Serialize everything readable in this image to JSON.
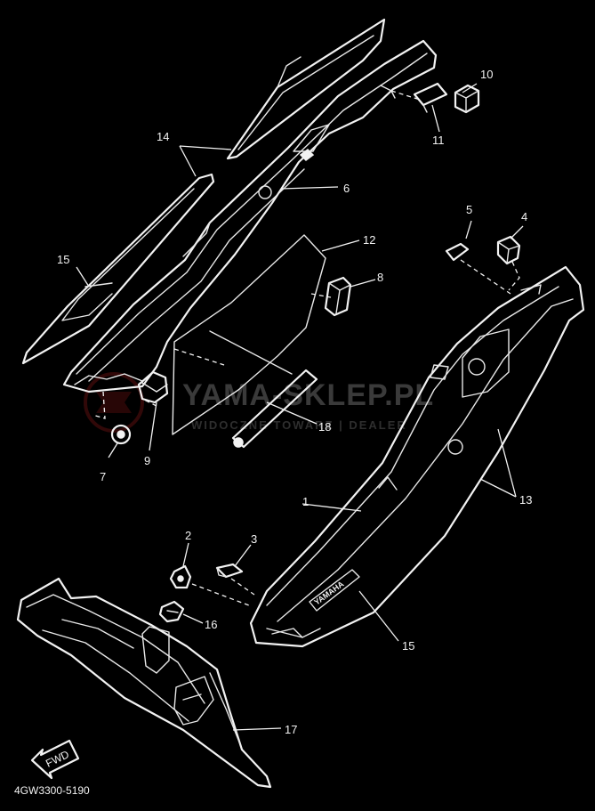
{
  "diagram": {
    "document_number": "4GW3300-5190",
    "fwd_label": "FWD",
    "decal_text": "YAMAHA",
    "watermark": {
      "main": "YAMA-SKLEP.PL",
      "sub": "WIDOCZNE TOWARZ | DEALER"
    },
    "callouts": [
      {
        "id": "c1",
        "label": "1"
      },
      {
        "id": "c2",
        "label": "2"
      },
      {
        "id": "c3",
        "label": "3"
      },
      {
        "id": "c4",
        "label": "4"
      },
      {
        "id": "c5",
        "label": "5"
      },
      {
        "id": "c6",
        "label": "6"
      },
      {
        "id": "c7",
        "label": "7"
      },
      {
        "id": "c8",
        "label": "8"
      },
      {
        "id": "c9",
        "label": "9"
      },
      {
        "id": "c10",
        "label": "10"
      },
      {
        "id": "c11",
        "label": "11"
      },
      {
        "id": "c12",
        "label": "12"
      },
      {
        "id": "c13",
        "label": "13"
      },
      {
        "id": "c14",
        "label": "14"
      },
      {
        "id": "c15a",
        "label": "15"
      },
      {
        "id": "c15b",
        "label": "15"
      },
      {
        "id": "c16",
        "label": "16"
      },
      {
        "id": "c17",
        "label": "17"
      },
      {
        "id": "c18",
        "label": "18"
      }
    ]
  }
}
